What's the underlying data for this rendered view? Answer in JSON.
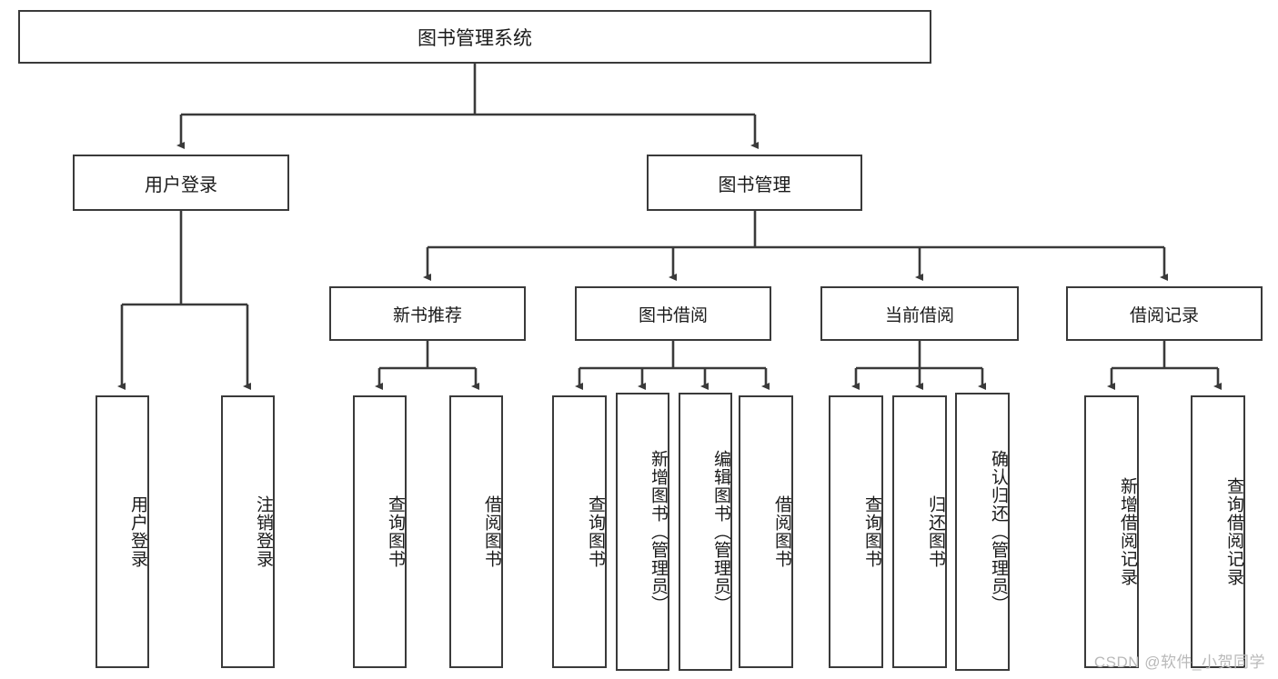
{
  "diagram": {
    "title": "图书管理系统",
    "type": "tree",
    "colors": {
      "box_border": "#3a3a3a",
      "box_fill": "#ffffff",
      "connector": "#3a3a3a",
      "text": "#1a1a1a",
      "watermark": "#b9b9b9",
      "background": "#ffffff"
    },
    "root": {
      "label": "图书管理系统"
    },
    "level2": [
      {
        "label": "用户登录"
      },
      {
        "label": "图书管理"
      }
    ],
    "level3": [
      {
        "label": "新书推荐"
      },
      {
        "label": "图书借阅"
      },
      {
        "label": "当前借阅"
      },
      {
        "label": "借阅记录"
      }
    ],
    "leaves": {
      "user_login": [
        {
          "label": "用户登录"
        },
        {
          "label": "注销登录"
        }
      ],
      "new_book_recommend": [
        {
          "label": "查询图书"
        },
        {
          "label": "借阅图书"
        }
      ],
      "book_borrow": [
        {
          "label": "查询图书"
        },
        {
          "label": "新增图书（管理员）"
        },
        {
          "label": "编辑图书（管理员）"
        },
        {
          "label": "借阅图书"
        }
      ],
      "current_borrow": [
        {
          "label": "查询图书"
        },
        {
          "label": "归还图书"
        },
        {
          "label": "确认归还（管理员）"
        }
      ],
      "borrow_records": [
        {
          "label": "新增借阅记录"
        },
        {
          "label": "查询借阅记录"
        }
      ]
    }
  },
  "watermark": {
    "text": "CSDN @软件_小贺同学"
  }
}
